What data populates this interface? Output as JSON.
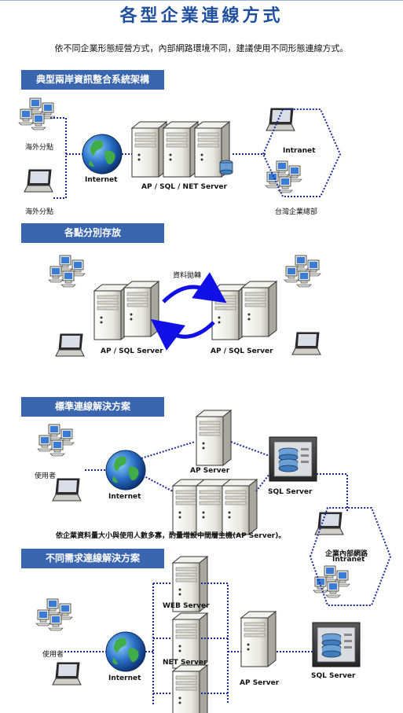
{
  "page": {
    "title": "各型企業連線方式",
    "intro": "依不同企業形態經營方式，內部網路環境不同，建議使用不同形態連線方式。"
  },
  "sections": [
    {
      "title": "典型兩岸資訊整合系統架構"
    },
    {
      "title": "各點分別存放"
    },
    {
      "title": "標準連線解決方案"
    },
    {
      "title": "不同需求連線解決方案"
    }
  ],
  "s1": {
    "overseas_1": "海外分點",
    "overseas_2": "海外分點",
    "internet": "Internet",
    "server": "AP / SQL / NET Server",
    "intranet": "Intranet",
    "hq": "台灣企業總部"
  },
  "s2": {
    "sync": "資料拋轉",
    "server_left": "AP / SQL Server",
    "server_right": "AP / SQL Server"
  },
  "s3": {
    "user": "使用者",
    "internet": "Internet",
    "ap_server": "AP Server",
    "sql_server": "SQL Server",
    "note": "依企業資料量大小與使用人數多寡，酌量增設中間層主機(AP Server)。",
    "intranet_line1": "企業內部網路",
    "intranet_line2": "Intranet"
  },
  "s4": {
    "user": "使用者",
    "internet": "Internet",
    "web_server": "WEB Server",
    "net_server": "NET Server",
    "ap_server": "AP Server",
    "sql_server": "SQL Server"
  },
  "colors": {
    "section_bar": "#3a66b0",
    "title": "#1f4f9e",
    "dotted_link": "#1a2a9c",
    "sync_arrow": "#1010e6"
  }
}
